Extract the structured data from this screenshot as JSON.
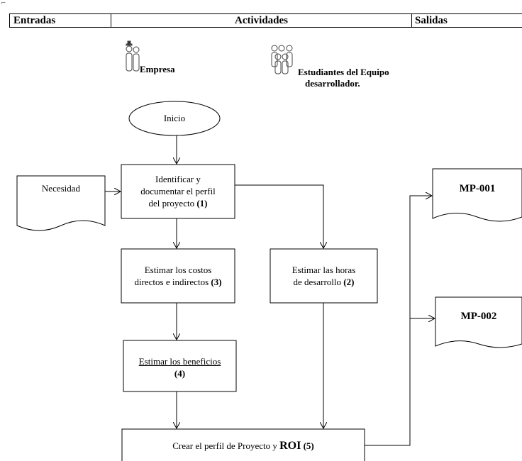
{
  "header": {
    "entradas": "Entradas",
    "actividades": "Actividades",
    "salidas": "Salidas"
  },
  "actors": {
    "empresa": "Empresa",
    "estudiantes_1": "Estudiantes del Equipo",
    "estudiantes_2": "desarrollador."
  },
  "nodes": {
    "inicio": "Inicio",
    "necesidad": "Necesidad",
    "identificar_1": "Identificar y",
    "identificar_2": "documentar el perfil",
    "identificar_3": "del proyecto",
    "identificar_num": "(1)",
    "costos_1": "Estimar los costos",
    "costos_2": "directos e indirectos",
    "costos_num": "(3)",
    "horas_1": "Estimar las horas",
    "horas_2": "de desarrollo",
    "horas_num": "(2)",
    "beneficios_1": "Estimar los beneficios",
    "beneficios_num": "(4)",
    "crear_text": "Crear el perfil de Proyecto y",
    "crear_roi": "ROI",
    "crear_num": "(5)",
    "mp001": "MP-001",
    "mp002": "MP-002"
  },
  "colors": {
    "stroke": "#000000",
    "background": "#ffffff"
  }
}
